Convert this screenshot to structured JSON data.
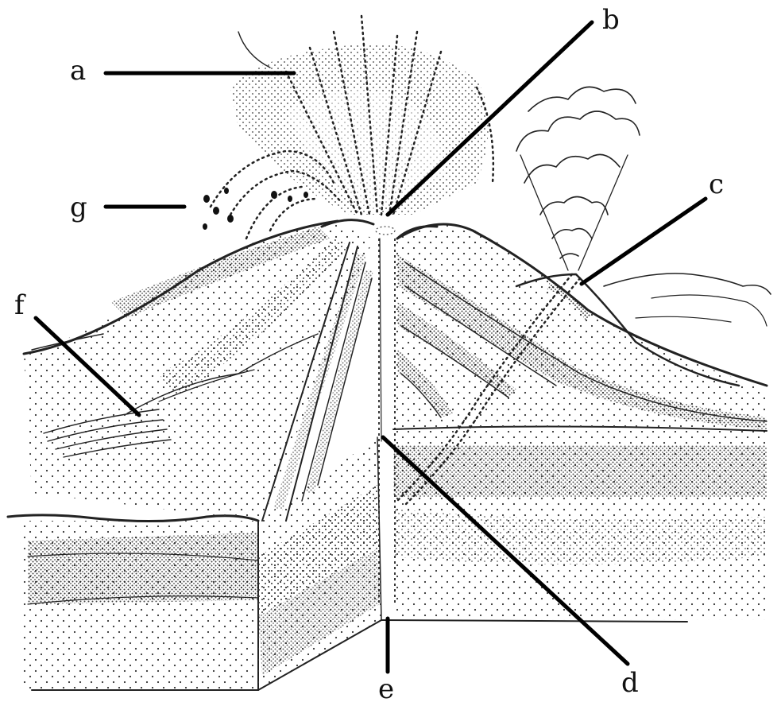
{
  "labels": [
    {
      "id": "a",
      "text": "a"
    },
    {
      "id": "b",
      "text": "b"
    },
    {
      "id": "c",
      "text": "c"
    },
    {
      "id": "d",
      "text": "d"
    },
    {
      "id": "e",
      "text": "e"
    },
    {
      "id": "f",
      "text": "f"
    },
    {
      "id": "g",
      "text": "g"
    }
  ],
  "colors": {
    "ink": "#222222",
    "background": "#ffffff"
  }
}
